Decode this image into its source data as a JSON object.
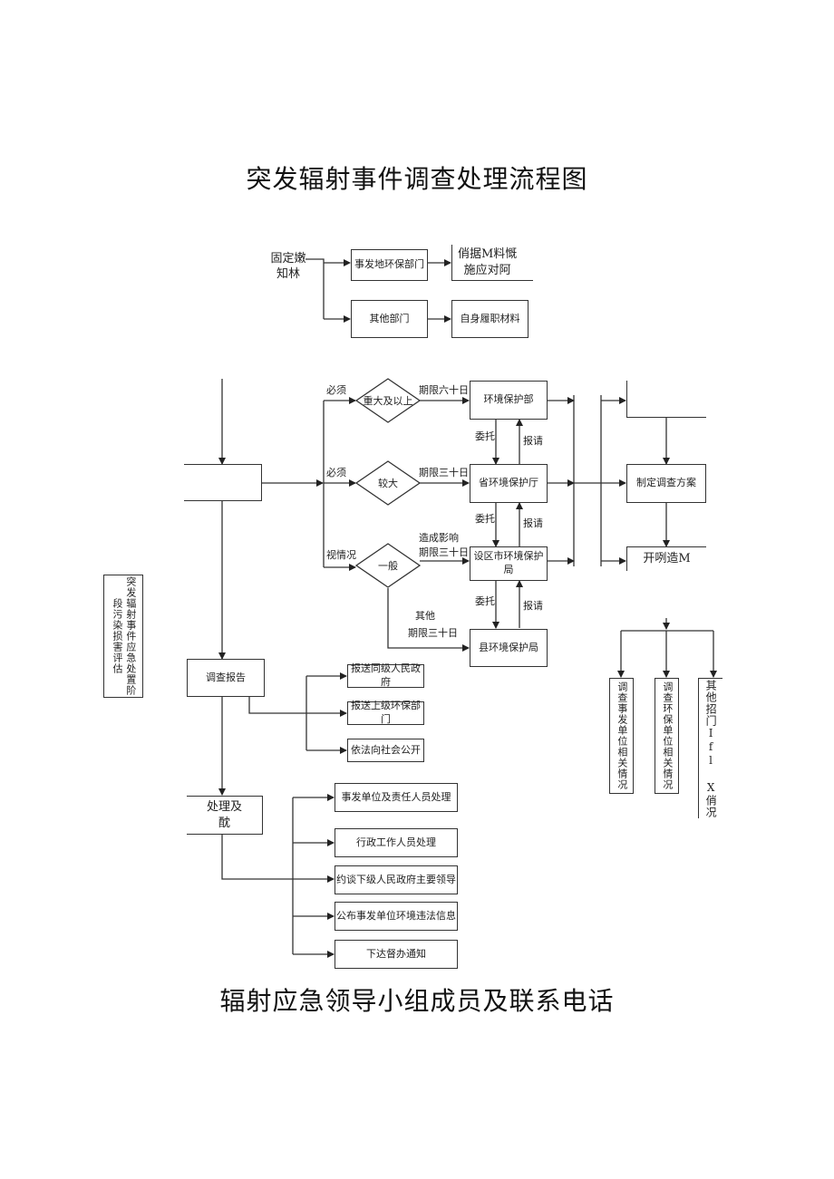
{
  "titles": {
    "main": "突发辐射事件调查处理流程图",
    "section": "辐射应急领导小组成员及联系电话"
  },
  "nodes": {
    "fixed_source_notice": "固定嫩\n知林",
    "env_dept_incident": "事发地环保部门",
    "data_collect": "俏据M料慨\n施应对阿",
    "other_dept": "其他部门",
    "self_duty_material": "自身履职材料",
    "entry_box": "",
    "major": "重大及以上",
    "larger": "较大",
    "general": "一般",
    "env_ministry": "环境保护部",
    "prov_env_dept": "省环境保护厅",
    "city_env_bureau": "设区市环境保护局",
    "county_env_bureau": "县环境保护局",
    "prep_box": "",
    "make_plan": "制定调查方案",
    "start_survey": "开咧造M",
    "phase_assess": "突发辐射事件应急处置阶段污染损害评估",
    "survey_report": "调查报告",
    "report_gov": "报送同级人民政府",
    "report_upper": "报送上级环保部门",
    "public": "依法向社会公开",
    "handling": "处理及\n酖",
    "h1": "事发单位及责任人员处理",
    "h2": "行政工作人员处理",
    "h3": "约谈下级人民政府主要领导",
    "h4": "公布事发单位环境违法信息",
    "h5": "下达督办通知",
    "s1": "调查事发单位相关情况",
    "s2": "调查环保单位相关情况",
    "s3": "其他招门Ifl X俏况"
  },
  "labels": {
    "must1": "必须",
    "must2": "必须",
    "depending": "视情况",
    "limit60": "期限六十日",
    "limit30a": "期限三十日",
    "impact": "造成影响",
    "limit30b": "期限三十日",
    "other": "其他",
    "limit30c": "期限三十日",
    "entrust1": "委托",
    "request1": "报请",
    "entrust2": "委托",
    "request2": "报请",
    "entrust3": "委托",
    "request3": "报请"
  }
}
